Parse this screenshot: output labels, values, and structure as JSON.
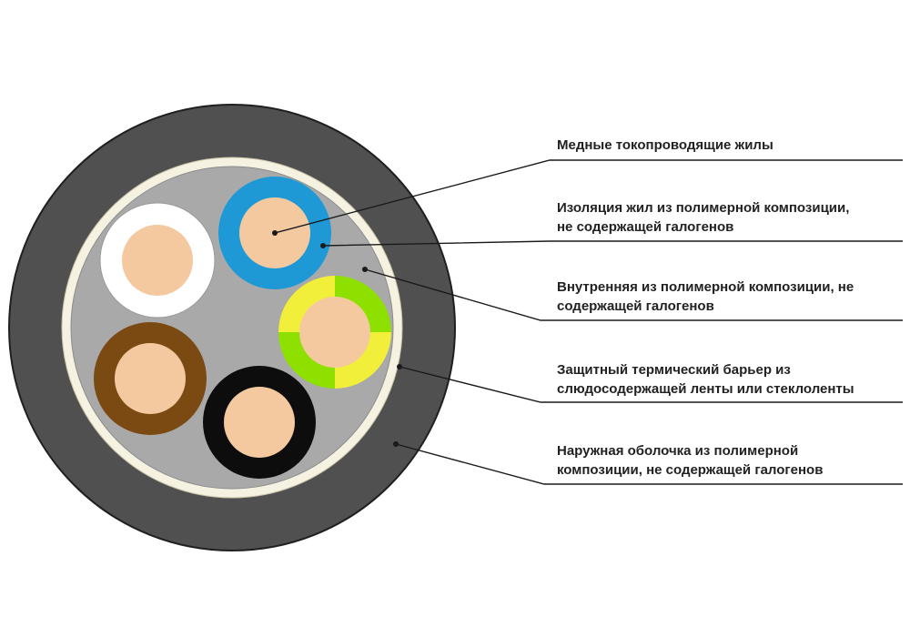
{
  "colors": {
    "outer_sheath": "#505050",
    "outer_sheath_stroke": "#1f1f1f",
    "barrier": "#f5f2e1",
    "inner_fill": "#a9a9a9",
    "copper": "#f4c9a0",
    "core_white": "#ffffff",
    "core_blue": "#1e99d6",
    "core_brown": "#7b4a12",
    "core_black": "#0d0d0d",
    "core_green": "#8ee000",
    "core_yellow": "#f2ef3a",
    "text": "#222222",
    "lines": "#1a1a1a"
  },
  "cores": [
    {
      "id": "white",
      "color_key": "core_white"
    },
    {
      "id": "blue",
      "color_key": "core_blue"
    },
    {
      "id": "brown",
      "color_key": "core_brown"
    },
    {
      "id": "black",
      "color_key": "core_black"
    },
    {
      "id": "green-yellow",
      "color_key": "striped"
    }
  ],
  "labels": [
    {
      "id": "copper-conductors",
      "lines": [
        "Медные токопроводящие жилы"
      ]
    },
    {
      "id": "core-insulation",
      "lines": [
        "Изоляция жил из полимерной композиции,",
        "не содержащей галогенов"
      ]
    },
    {
      "id": "inner-filler",
      "lines": [
        "Внутренняя из полимерной композиции, не",
        "содержащей галогенов"
      ]
    },
    {
      "id": "thermal-barrier",
      "lines": [
        "Защитный термический барьер из",
        "слюдосодержащей ленты или стеклоленты"
      ]
    },
    {
      "id": "outer-sheath",
      "lines": [
        "Наружная оболочка из полимерной",
        "композиции, не содержащей галогенов"
      ]
    }
  ]
}
